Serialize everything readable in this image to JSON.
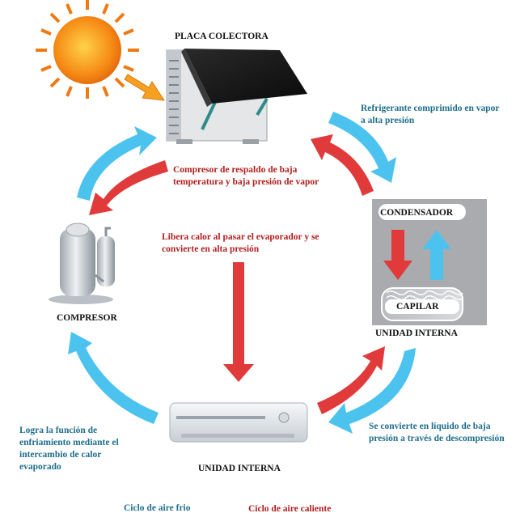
{
  "labels": {
    "collector_plate": "PLACA COLECTORA",
    "compressor": "COMPRESOR",
    "condenser": "CONDENSADOR",
    "capillary": "CAPILAR",
    "indoor_unit_right": "UNIDAD INTERNA",
    "indoor_unit_bottom": "UNIDAD INTERNA"
  },
  "annotations": {
    "backup_compressor": "Compresor de respaldo de baja temperatura y baja presión de vapor",
    "releases_heat": "Libera calor al pasar el evaporador y se convierte en alta presión",
    "compressed_refrigerant": "Refrigerante comprimido en vapor a alta presión",
    "liquid_conversion": "Se convierte en líquido de baja presión a través de descompresión",
    "cooling_function": "Logra la función de enfriamiento mediante el intercambio de calor evaporado"
  },
  "legend": {
    "cold_air": "Ciclo de aire frio",
    "hot_air": "Ciclo de aire caliente"
  },
  "colors": {
    "cold_cycle": "#4cc3ee",
    "hot_cycle": "#e03a3a",
    "sun": "#f5a020",
    "text_blue": "#1f6e8c",
    "text_red": "#b02020"
  },
  "icons": [
    "sun-icon",
    "solar-panel-icon",
    "compressor-icon",
    "indoor-unit-icon",
    "air-conditioner-icon"
  ]
}
